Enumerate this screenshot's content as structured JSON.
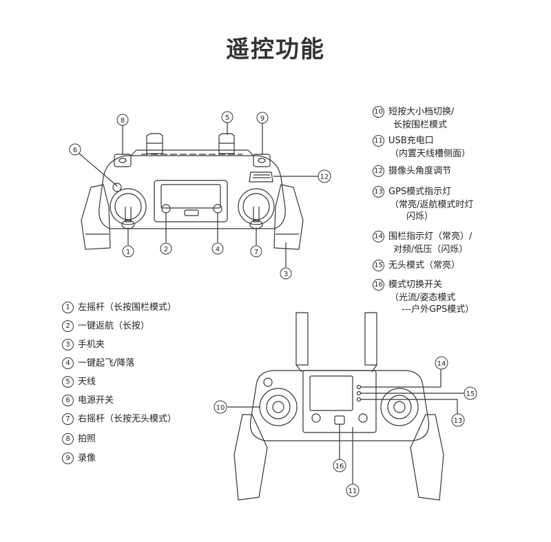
{
  "title": "遥控功能",
  "left_legend": [
    {
      "num": "1",
      "text": "左摇杆（长按围栏模式）"
    },
    {
      "num": "2",
      "text": "一键返航（长按）"
    },
    {
      "num": "3",
      "text": "手机夹"
    },
    {
      "num": "4",
      "text": "一键起飞/降落"
    },
    {
      "num": "5",
      "text": "天线"
    },
    {
      "num": "6",
      "text": "电源开关"
    },
    {
      "num": "7",
      "text": "右摇杆（长按无头模式）"
    },
    {
      "num": "8",
      "text": "拍照"
    },
    {
      "num": "9",
      "text": "录像"
    }
  ],
  "right_legend": [
    {
      "num": "10",
      "lines": [
        "短按大小档切换/",
        "长按围栏模式"
      ]
    },
    {
      "num": "11",
      "lines": [
        "USB充电口",
        "（内置天线槽侧面）"
      ]
    },
    {
      "num": "12",
      "lines": [
        "摄像头角度调节"
      ]
    },
    {
      "num": "13",
      "lines": [
        "GPS模式指示灯",
        "（常亮/返航模式时灯",
        "闪烁）"
      ]
    },
    {
      "num": "14",
      "lines": [
        "围栏指示灯（常亮）/",
        "对频/低压（闪烁）"
      ]
    },
    {
      "num": "15",
      "lines": [
        "无头模式（常亮）"
      ]
    },
    {
      "num": "16",
      "lines": [
        "模式切换开关",
        "（光流/姿态模式",
        "---户外GPS模式）"
      ]
    }
  ],
  "callouts_top": [
    "8",
    "5",
    "9",
    "6",
    "12",
    "1",
    "2",
    "4",
    "7",
    "3"
  ],
  "callouts_bottom": [
    "14",
    "15",
    "10",
    "13",
    "16",
    "11"
  ]
}
